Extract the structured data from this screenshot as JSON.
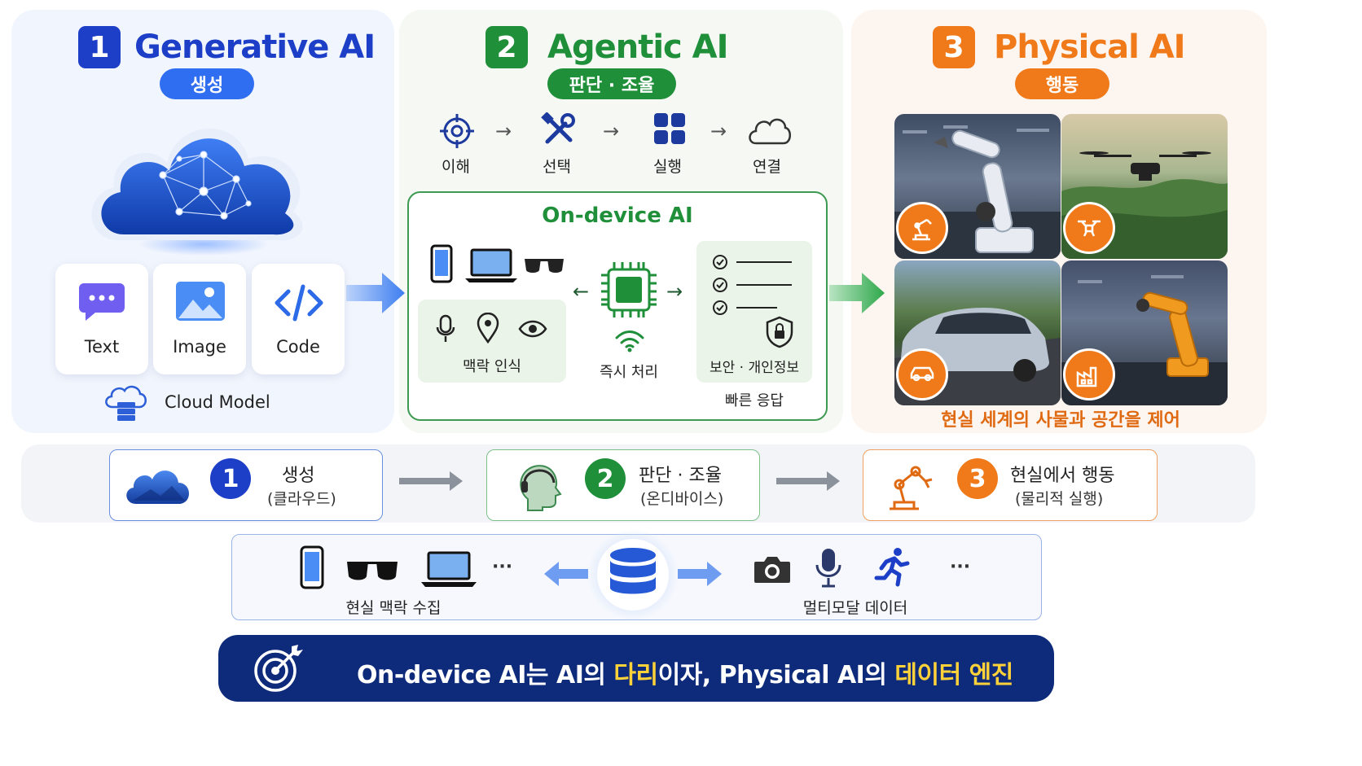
{
  "generative": {
    "num": "1",
    "title": "Generative AI",
    "pill": "생성",
    "cards": [
      {
        "label": "Text",
        "icon": "chat-bubble-icon"
      },
      {
        "label": "Image",
        "icon": "image-icon"
      },
      {
        "label": "Code",
        "icon": "code-icon"
      }
    ],
    "footer": "Cloud Model"
  },
  "agentic": {
    "num": "2",
    "title": "Agentic AI",
    "pill": "판단 · 조율",
    "flow": [
      {
        "label": "이해",
        "icon": "target-icon"
      },
      {
        "label": "선택",
        "icon": "tools-icon"
      },
      {
        "label": "실행",
        "icon": "grid-icon"
      },
      {
        "label": "연결",
        "icon": "cloud-icon"
      }
    ],
    "ondevice": {
      "title": "On-device AI",
      "context": "맥락 인식",
      "instant": "즉시 처리",
      "security": "보안 · 개인정보",
      "fast": "빠른 응답"
    }
  },
  "physical": {
    "num": "3",
    "title": "Physical AI",
    "pill": "행동",
    "photos": [
      "robot-arm-factory",
      "drone-landscape",
      "car-road",
      "industrial-robot"
    ],
    "caption": "현실 세계의 사물과 공간을 제어"
  },
  "steps": [
    {
      "num": "1",
      "title": "생성",
      "sub": "(클라우드)"
    },
    {
      "num": "2",
      "title": "판단 · 조율",
      "sub": "(온디바이스)"
    },
    {
      "num": "3",
      "title": "현실에서 행동",
      "sub": "(물리적 실행)"
    }
  ],
  "data_flow": {
    "left_ellipsis": "···",
    "left_label": "현실 맥락 수집",
    "right_ellipsis": "···",
    "right_label": "멀티모달 데이터"
  },
  "banner": {
    "part1": "On-device AI는 AI의 ",
    "hl1": "다리",
    "part2": "이자, Physical AI의 ",
    "hl2": "데이터 엔진"
  },
  "colors": {
    "blue": "#1d3ec7",
    "green": "#1f8f3a",
    "orange": "#f07a1a",
    "navy": "#0e2a7a",
    "yellow": "#ffd23a"
  }
}
